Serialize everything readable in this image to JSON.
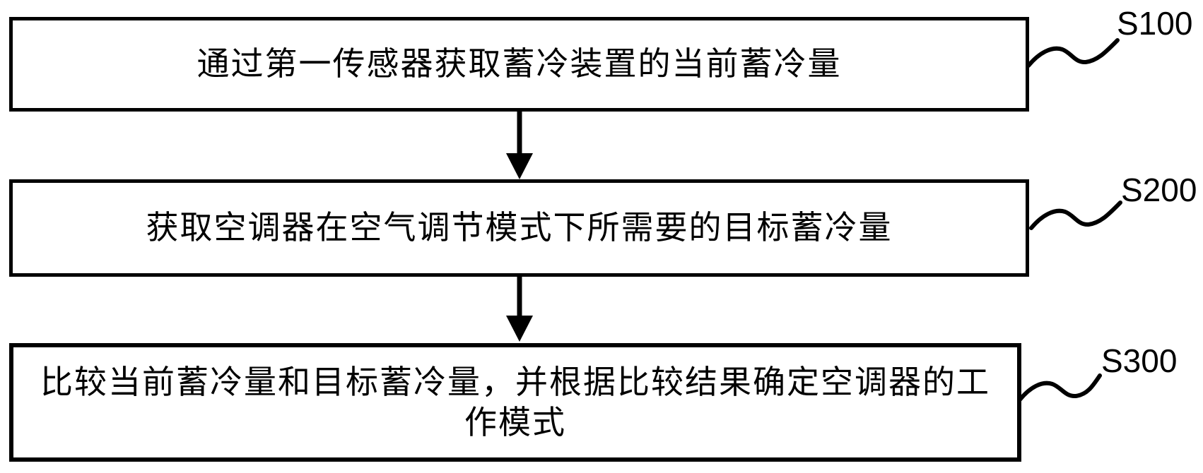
{
  "flowchart": {
    "steps": [
      {
        "label": "S100",
        "text": "通过第一传感器获取蓄冷装置的当前蓄冷量"
      },
      {
        "label": "S200",
        "text": "获取空调器在空气调节模式下所需要的目标蓄冷量"
      },
      {
        "label": "S300",
        "text": "比较当前蓄冷量和目标蓄冷量，并根据比较结果确定空调器的工作模式"
      }
    ],
    "colors": {
      "stroke": "#000000",
      "background": "#ffffff",
      "text": "#000000"
    }
  }
}
